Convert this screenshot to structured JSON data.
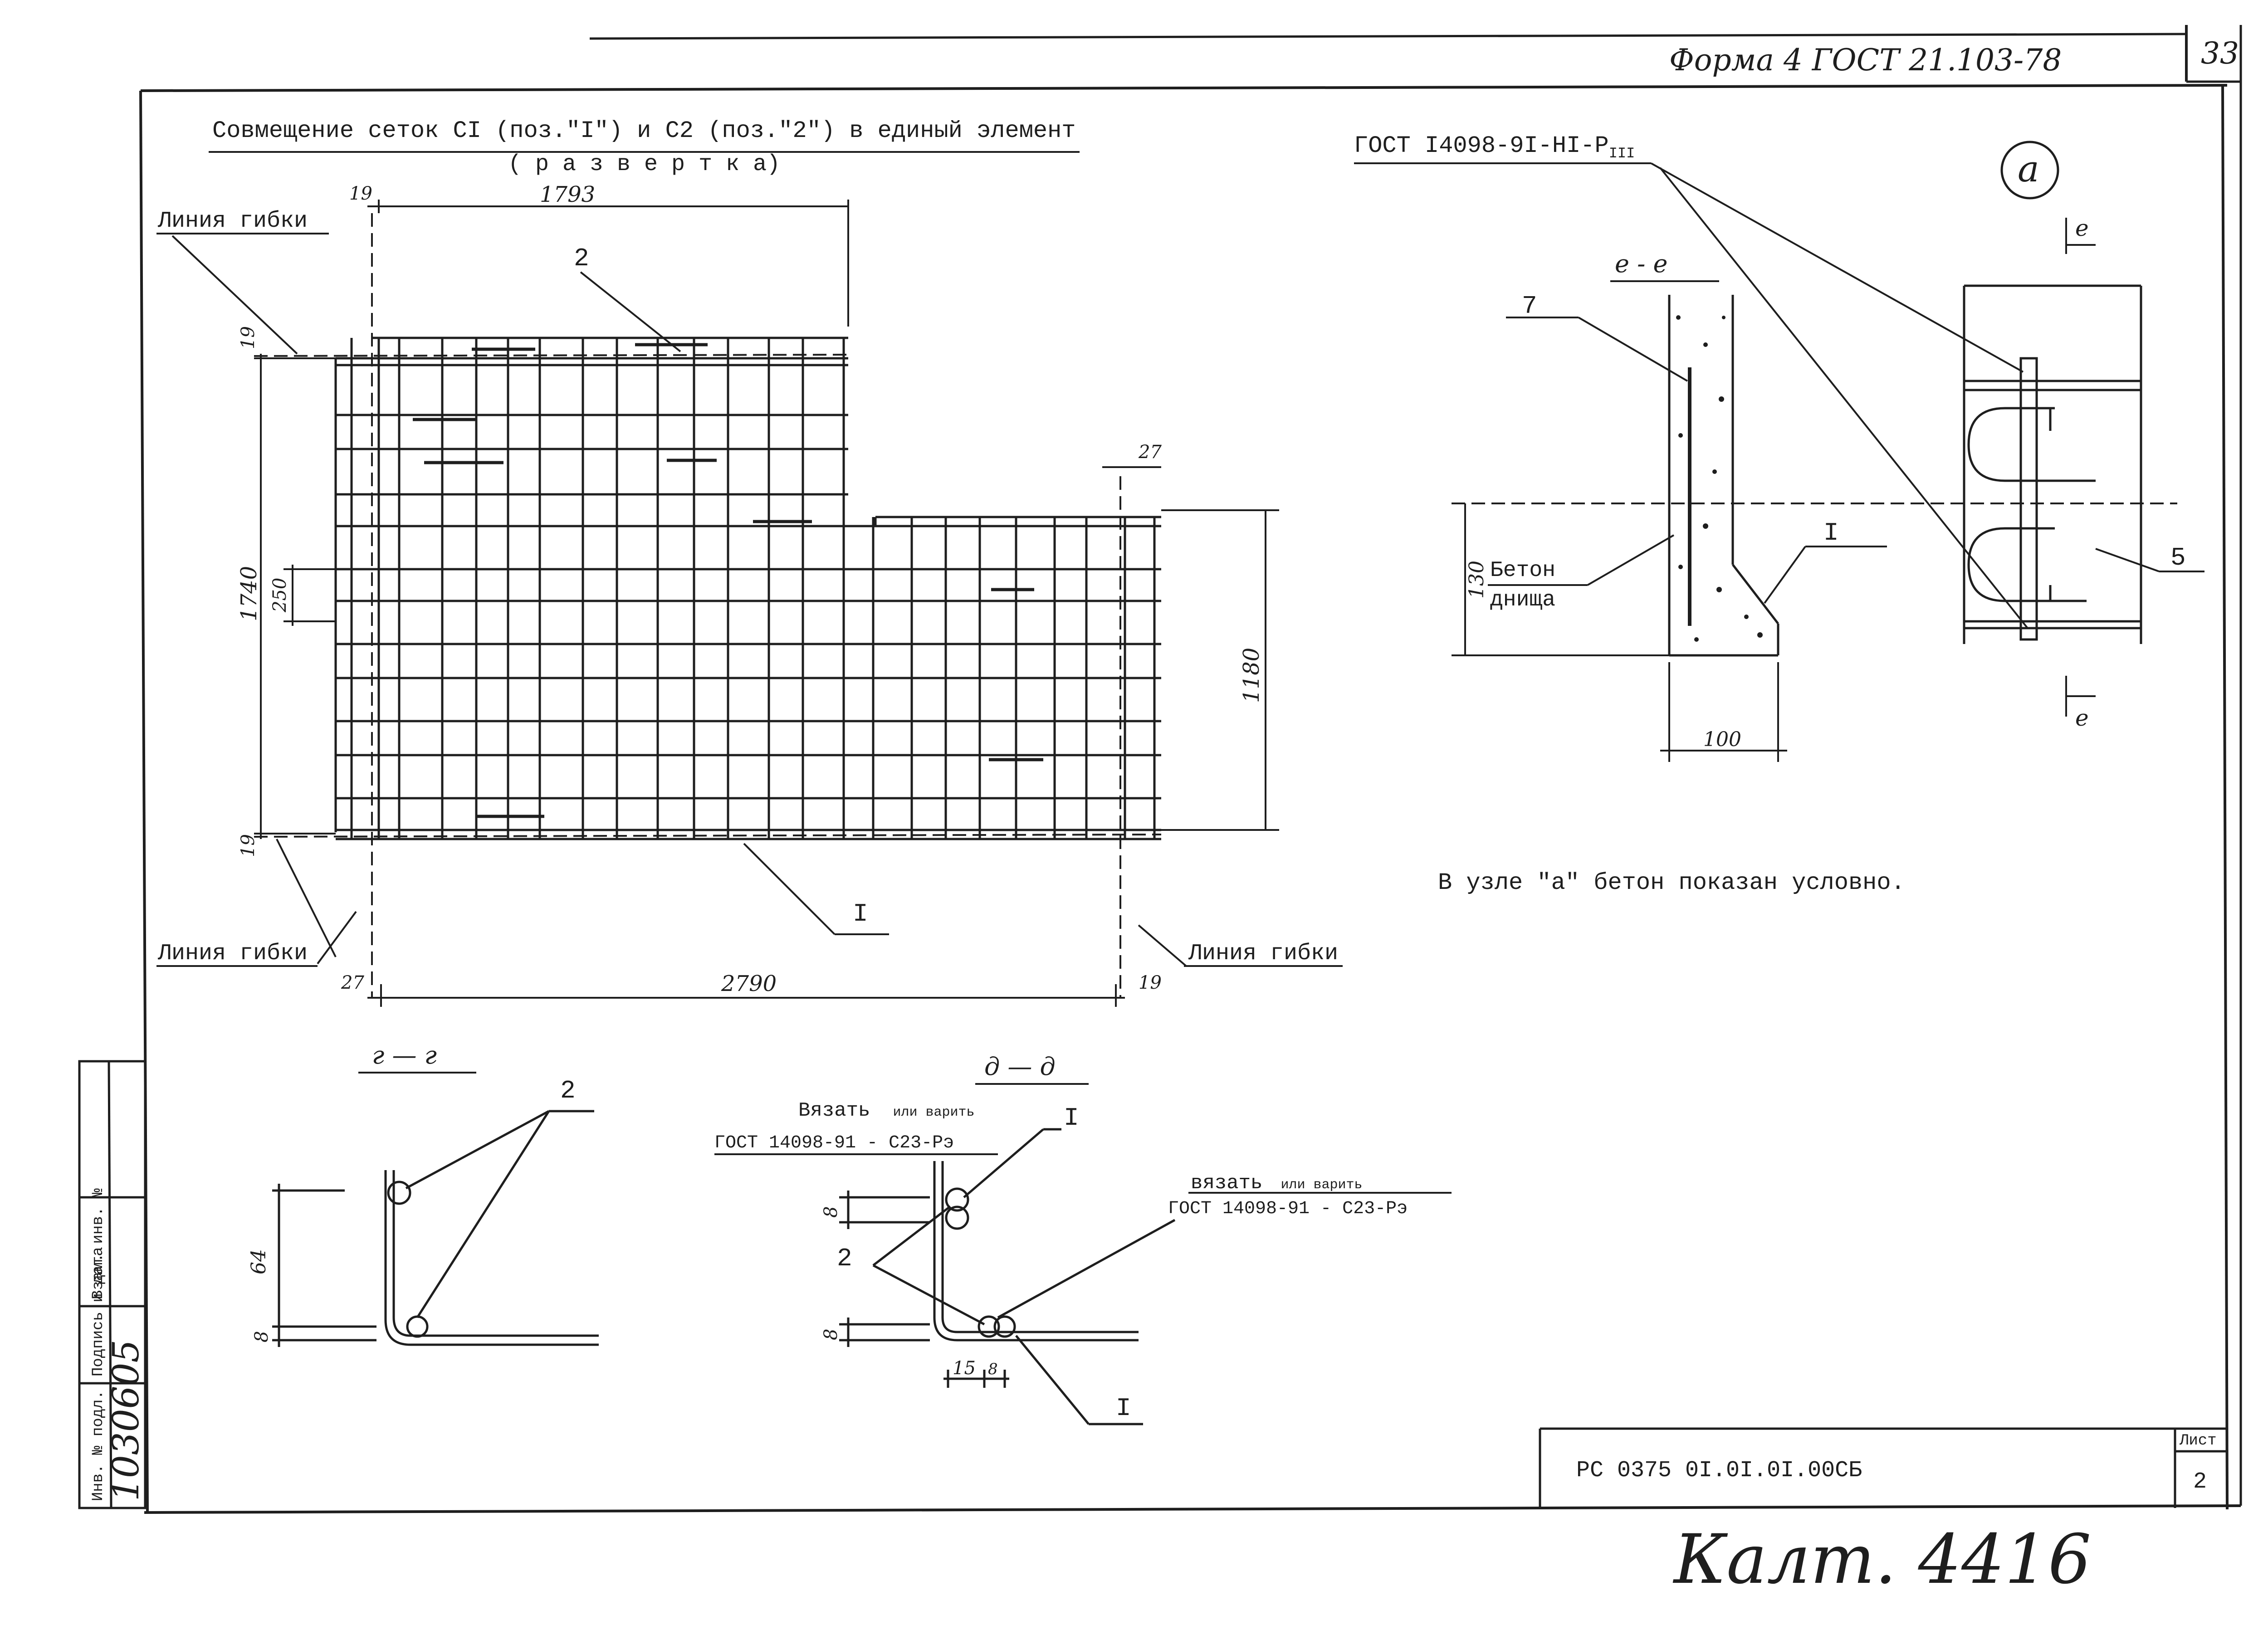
{
  "header": {
    "form_ref": "Форма 4 ГОСТ 21.103-78",
    "page_number": "33"
  },
  "mesh_drawing": {
    "title": "Совмещение сеток CI (поз.\"I\") и C2 (поз.\"2\") в единый элемент",
    "subtitle": "( р а з в е р т к а)",
    "bend_line_label": "Линия гибки",
    "pos2": "2",
    "pos1": "I",
    "dims": {
      "top_width": "1793",
      "bottom_width": "2790",
      "height_left": "1740",
      "height_right": "1180",
      "step": "250",
      "offset_19": "19",
      "offset_27": "27",
      "offset_19b": "19"
    }
  },
  "node_a": {
    "gost_label": "ГОСТ I4098-9I-HI-P",
    "gost_sub": "III",
    "node_letter": "a",
    "section_label": "е - е",
    "section_mark": "е",
    "pos7": "7",
    "pos5": "5",
    "pos1": "I",
    "concrete_label_1": "Бетон",
    "concrete_label_2": "днища",
    "dim_130": "130",
    "dim_100": "100",
    "note": "В узле \"а\" бетон показан условно."
  },
  "section_g": {
    "label": "г — г",
    "pos2": "2",
    "dim_64": "64",
    "dim_8": "8"
  },
  "section_d": {
    "label": "д — д",
    "tie_label_1": "Вязать",
    "tie_label_1b": "или варить",
    "gost_1": "ГОСТ 14098-91 - С23-Рэ",
    "tie_label_2": "вязать",
    "tie_label_2b": "или варить",
    "gost_2": "ГОСТ 14098-91 - С23-Рэ",
    "pos1_top": "I",
    "pos1_bottom": "I",
    "pos2": "2",
    "dim_8a": "8",
    "dim_8b": "8",
    "dim_15": "15",
    "dim_8c": "8"
  },
  "side_stamp": {
    "inv_orig": "Инв. № подл.",
    "sign_date": "Подпись и дата",
    "replace_inv": "Взам. инв. №",
    "handwritten_number": "1030605"
  },
  "title_block": {
    "doc_code": "РС 0375 0I.0I.0I.00СБ",
    "sheet_label": "Лист",
    "sheet_number": "2"
  },
  "footer_note": "Калт. 4416"
}
